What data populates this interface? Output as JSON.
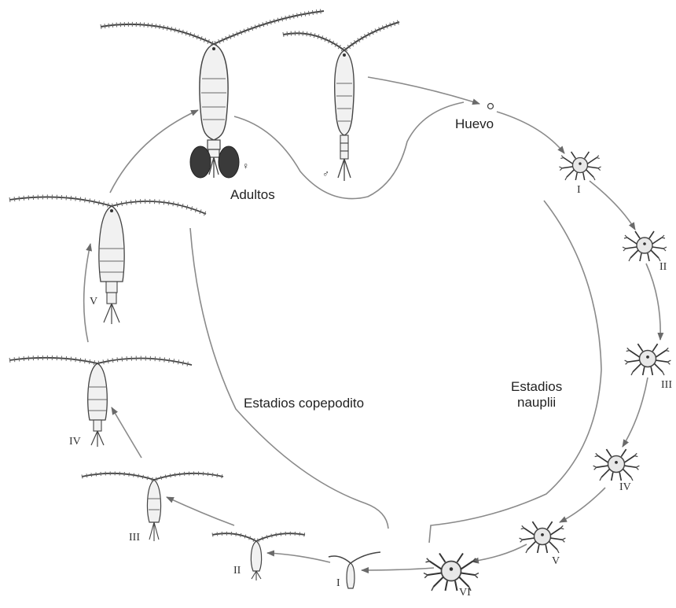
{
  "labels": {
    "adults": "Adultos",
    "egg": "Huevo",
    "copepodite_stages": "Estadios copepodito",
    "nauplii_stages_line1": "Estadios",
    "nauplii_stages_line2": "nauplii",
    "female_symbol": "♀",
    "male_symbol": "♂"
  },
  "nauplius_stages": [
    "I",
    "II",
    "III",
    "IV",
    "V",
    "VI"
  ],
  "copepodite_stages": [
    "I",
    "II",
    "III",
    "IV",
    "V"
  ],
  "colors": {
    "line": "#8a8a8a",
    "ink": "#555555",
    "body_fill": "#f1f1f1",
    "dark_fill": "#3a3a3a"
  }
}
